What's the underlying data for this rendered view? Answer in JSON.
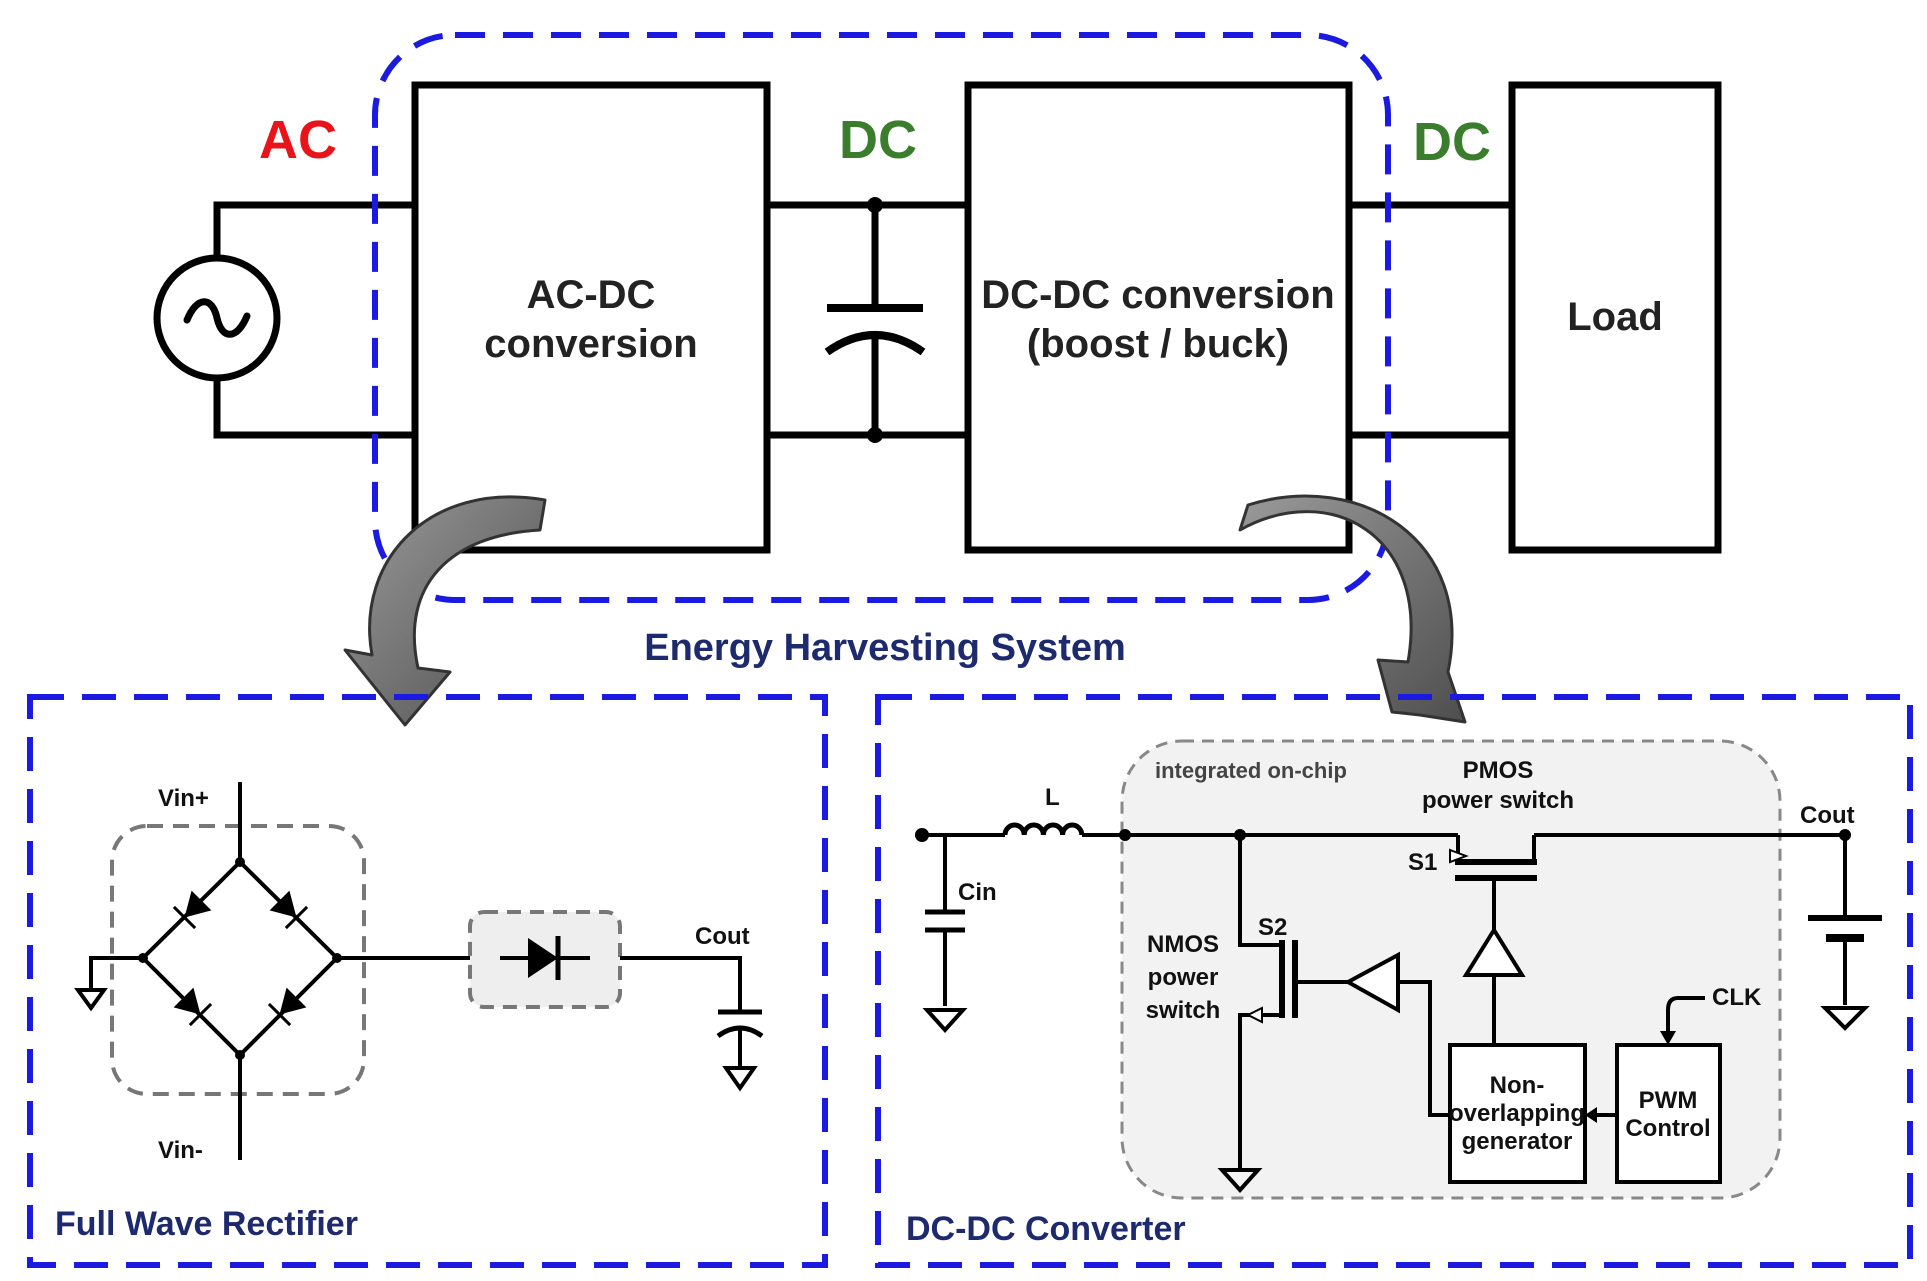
{
  "top": {
    "ac_label": "AC",
    "dc_label_1": "DC",
    "dc_label_2": "DC",
    "acdc_line1": "AC-DC",
    "acdc_line2": "conversion",
    "dcdc_line1": "DC-DC conversion",
    "dcdc_line2": "(boost / buck)",
    "load": "Load",
    "system_caption": "Energy Harvesting System"
  },
  "rectifier": {
    "title": "Full Wave Rectifier",
    "vin_plus": "Vin+",
    "vin_minus": "Vin-",
    "cout": "Cout"
  },
  "converter": {
    "title": "DC-DC Converter",
    "integrated": "integrated on-chip",
    "inductor": "L",
    "cin": "Cin",
    "cout": "Cout",
    "pmos_line1": "PMOS",
    "pmos_line2": "power switch",
    "s1": "S1",
    "s2": "S2",
    "nmos_line1": "NMOS",
    "nmos_line2": "power",
    "nmos_line3": "switch",
    "clk": "CLK",
    "nonoverlap_line1": "Non-",
    "nonoverlap_line2": "overlapping",
    "nonoverlap_line3": "generator",
    "pwm_line1": "PWM",
    "pwm_line2": "Control"
  },
  "colors": {
    "ac": "#e8141a",
    "dc": "#3a7d2c",
    "boundary": "#1a1ae0",
    "caption": "#1e2a6e",
    "arrow": "#6e6e6e",
    "chip_fill": "#f2f2f2"
  }
}
